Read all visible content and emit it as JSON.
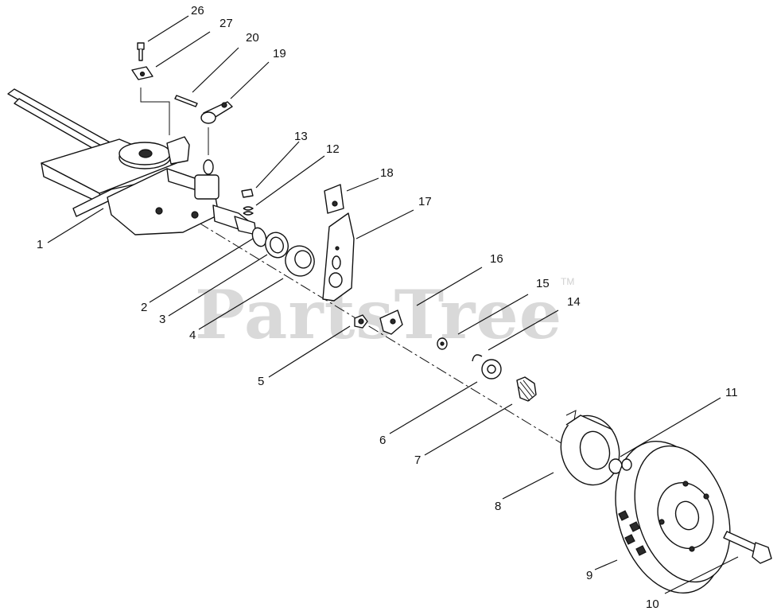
{
  "watermark": {
    "text": "PartsTree",
    "trademark": "TM"
  },
  "callouts": [
    {
      "label": "26"
    },
    {
      "label": "27"
    },
    {
      "label": "20"
    },
    {
      "label": "19"
    },
    {
      "label": "13"
    },
    {
      "label": "12"
    },
    {
      "label": "18"
    },
    {
      "label": "17"
    },
    {
      "label": "1"
    },
    {
      "label": "2"
    },
    {
      "label": "3"
    },
    {
      "label": "4"
    },
    {
      "label": "16"
    },
    {
      "label": "15"
    },
    {
      "label": "14"
    },
    {
      "label": "5"
    },
    {
      "label": "6"
    },
    {
      "label": "7"
    },
    {
      "label": "11"
    },
    {
      "label": "8"
    },
    {
      "label": "9"
    },
    {
      "label": "10"
    }
  ]
}
